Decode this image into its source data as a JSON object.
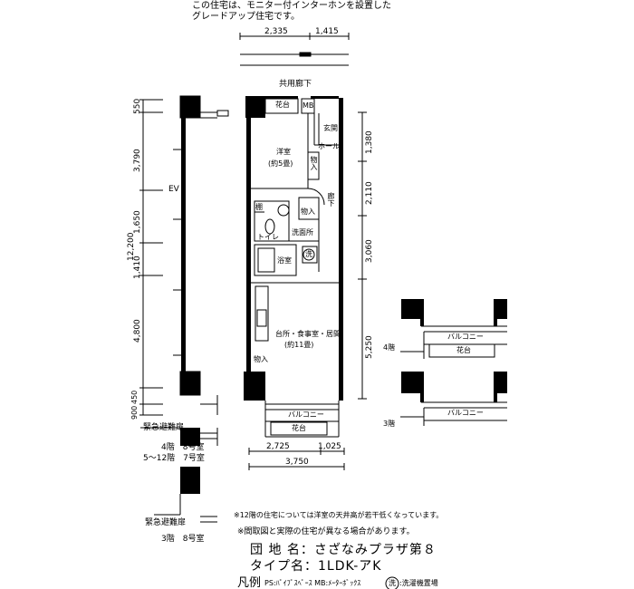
{
  "header": {
    "line1": "この住宅は、モニター付インターホンを設置した",
    "line2": "グレードアップ住宅です。"
  },
  "top_dims": [
    "2,335",
    "1,415"
  ],
  "corridor": "共用廊下",
  "left_dims": {
    "total": "12,200",
    "segments": [
      "550",
      "3,790",
      "1,650",
      "1,410",
      "4,800",
      "900",
      "450"
    ]
  },
  "right_dims": [
    "1,380",
    "2,110",
    "3,060",
    "5,250"
  ],
  "rooms": {
    "flower_top": "花台",
    "mb": "MB",
    "genkan": "玄関",
    "hall": "ホール",
    "western_room": "洋室",
    "western_size": "(約5畳)",
    "storage1": "物入",
    "storage2": "物入",
    "storage3": "物入",
    "hallway": "廊下",
    "shelf": "棚",
    "toilet": "トイレ",
    "washroom": "洗面所",
    "bath": "浴室",
    "washer": "洗",
    "ldk": "台所・食事室・居間",
    "ldk_size": "(約11畳)",
    "balcony": "バルコニー",
    "flower_bottom": "花台"
  },
  "ev": "EV",
  "bottom_dims": [
    "2,725",
    "1,025",
    "3,750"
  ],
  "inset_labels": {
    "floor4": "4階",
    "floor3": "3階",
    "balcony_4": "バルコニー",
    "flower_4": "花台",
    "balcony_3": "バルコニー"
  },
  "emergency": {
    "label1": "緊急避難扉",
    "room1a": "4階　8号室",
    "room1b": "5～12階　7号室",
    "label2": "緊急避難扉",
    "room2": "3階　8号室"
  },
  "notes": {
    "note1": "※12階の住宅については洋室の天井高が若干低くなっています。",
    "note2": "※間取図と実際の住宅が異なる場合があります。"
  },
  "info": {
    "complex": "団 地 名：さざなみプラザ第８",
    "type": "タイプ名：1LDK-アK"
  },
  "legend": {
    "title": "凡例",
    "ps": "PS:ﾊﾟｲﾌﾟｽﾍﾟｰｽ MB:ﾒｰﾀｰﾎﾞｯｸｽ",
    "washer_mark": "洗",
    "washer_desc": ":洗濯機置場"
  }
}
